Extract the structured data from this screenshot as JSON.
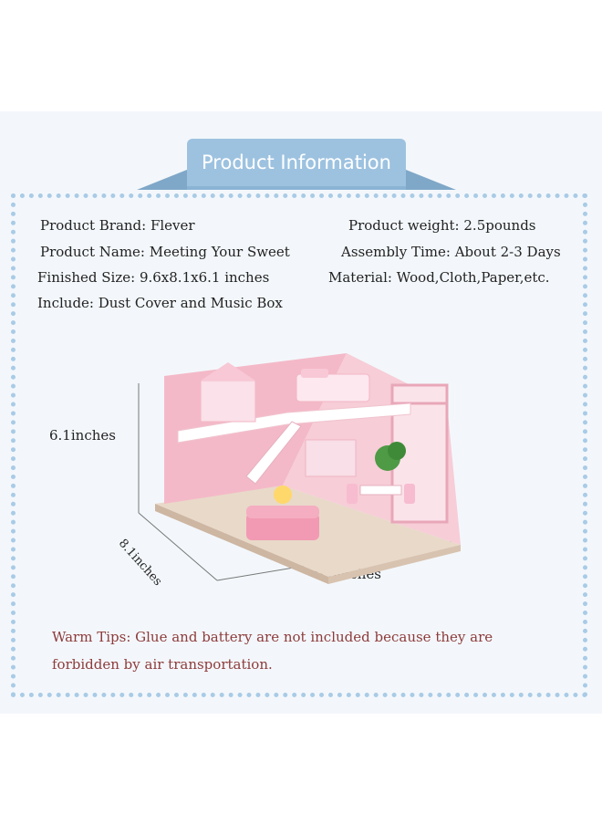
{
  "banner": {
    "title": "Product Information"
  },
  "info": {
    "brand": "Product Brand: Flever",
    "weight": "Product weight: 2.5pounds",
    "name": "Product Name: Meeting Your Sweet",
    "assembly": "Assembly Time: About 2-3 Days",
    "size": "Finished Size: 9.6x8.1x6.1 inches",
    "material": "Material: Wood,Cloth,Paper,etc.",
    "include": "Include: Dust Cover and Music Box"
  },
  "dimensions": {
    "height": "6.1inches",
    "depth": "8.1inches",
    "width": "9.6inches"
  },
  "tips": {
    "line1": "Warm Tips: Glue and battery are not included because they are",
    "line2": "forbidden by air transportation."
  },
  "colors": {
    "frame": "#a9cbe6",
    "ribbon": "#9dc2e0",
    "tips": "#8e3b3b",
    "house_pink": "#f4b9c8"
  }
}
